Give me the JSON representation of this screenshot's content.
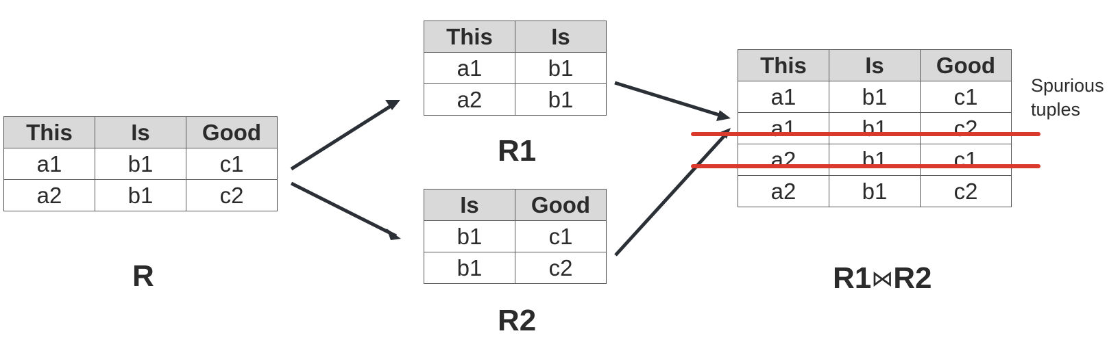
{
  "top_cut_text": "",
  "relation_r": {
    "label": "R",
    "headers": [
      "This",
      "Is",
      "Good"
    ],
    "rows": [
      [
        "a1",
        "b1",
        "c1"
      ],
      [
        "a2",
        "b1",
        "c2"
      ]
    ]
  },
  "relation_r1": {
    "label": "R1",
    "headers": [
      "This",
      "Is"
    ],
    "rows": [
      [
        "a1",
        "b1"
      ],
      [
        "a2",
        "b1"
      ]
    ]
  },
  "relation_r2": {
    "label": "R2",
    "headers": [
      "Is",
      "Good"
    ],
    "rows": [
      [
        "b1",
        "c1"
      ],
      [
        "b1",
        "c2"
      ]
    ]
  },
  "relation_join": {
    "label_left": "R1",
    "join_symbol": "⋈",
    "label_right": "R2",
    "headers": [
      "This",
      "Is",
      "Good"
    ],
    "rows": [
      [
        "a1",
        "b1",
        "c1"
      ],
      [
        "a1",
        "b1",
        "c2"
      ],
      [
        "a2",
        "b1",
        "c1"
      ],
      [
        "a2",
        "b1",
        "c2"
      ]
    ]
  },
  "spurious_note": {
    "line1": "Spurious",
    "line2": "tuples"
  },
  "colors": {
    "header_fill": "#d9d9d9",
    "arrow": "#2b2f36",
    "strike": "#d93a2b",
    "text": "#2b2b2b"
  }
}
